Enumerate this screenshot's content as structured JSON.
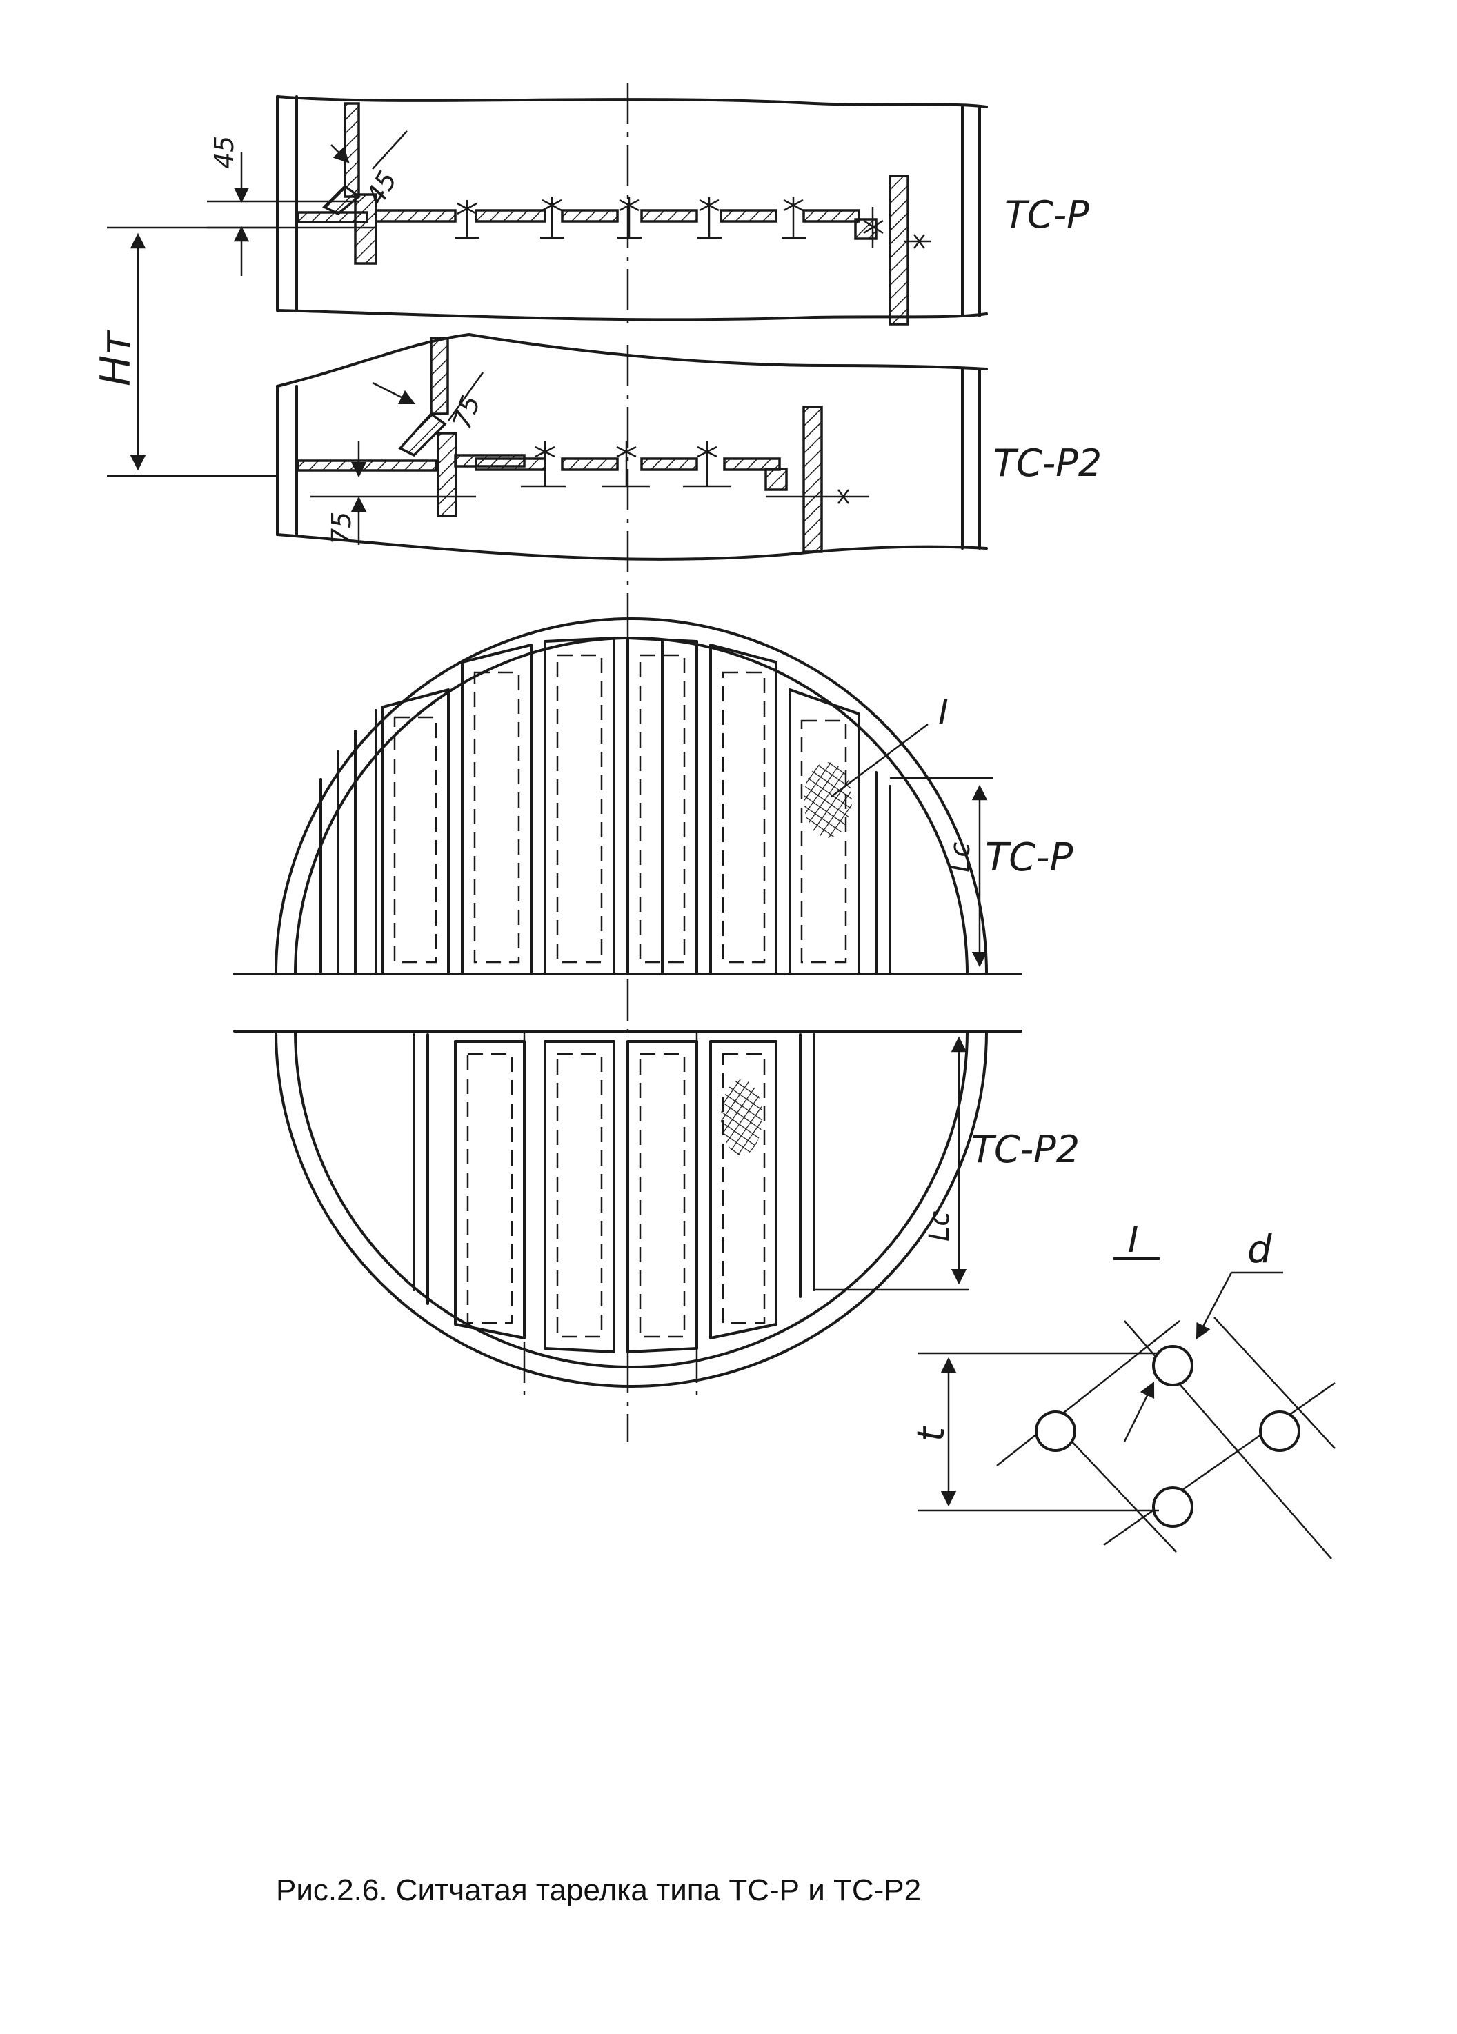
{
  "labels": {
    "section_top": "ТС-Р",
    "section_bottom": "ТС-Р2",
    "plan_top": "ТС-Р",
    "plan_bottom": "ТС-Р2",
    "dim_45_a": "45",
    "dim_45_b": "45",
    "dim_75_a": "75",
    "dim_75_b": "75",
    "spacing": "Hт",
    "lc_top": "Lс",
    "lc_bottom": "Lс",
    "detail_callout": "I",
    "detail_title": "I",
    "hole_diameter": "d",
    "hole_pitch": "t"
  },
  "caption": "Рис.2.6. Ситчатая тарелка типа ТС-Р и ТС-Р2"
}
